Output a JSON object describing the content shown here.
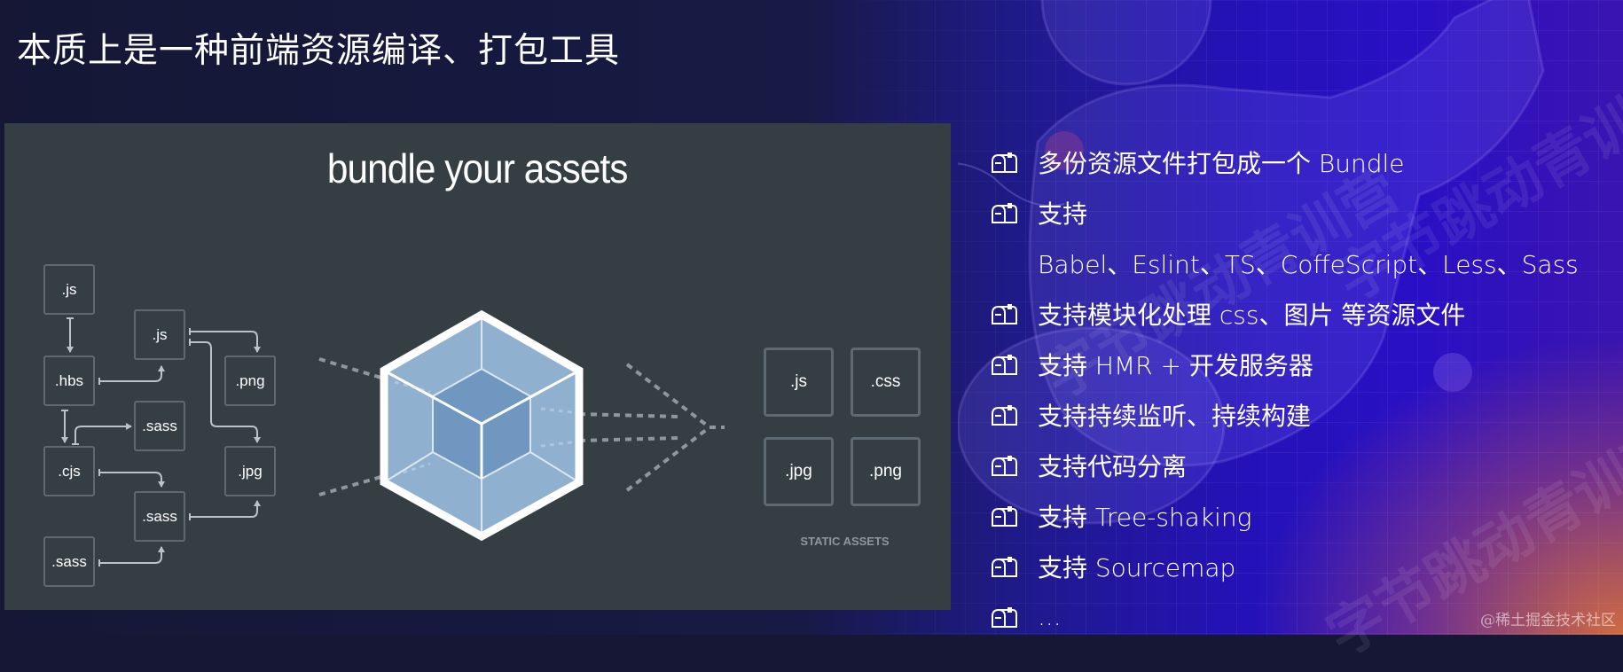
{
  "slide": {
    "title": "本质上是一种前端资源编译、打包工具",
    "watermark": "@稀土掘金技术社区",
    "background_watermark": "字节跳动青训营"
  },
  "diagram": {
    "title": "bundle your assets",
    "source_files": [
      {
        "label": ".js"
      },
      {
        "label": ".js"
      },
      {
        "label": ".hbs"
      },
      {
        "label": ".png"
      },
      {
        "label": ".sass"
      },
      {
        "label": ".cjs"
      },
      {
        "label": ".jpg"
      },
      {
        "label": ".sass"
      },
      {
        "label": ".sass"
      }
    ],
    "bundler_icon": "webpack-cube-icon",
    "static_assets": [
      {
        "label": ".js"
      },
      {
        "label": ".css"
      },
      {
        "label": ".jpg"
      },
      {
        "label": ".png"
      }
    ],
    "static_assets_label": "STATIC ASSETS"
  },
  "features": {
    "bullet_icon": "mailbox-icon",
    "items": [
      {
        "text": "多份资源文件打包成一个 Bundle"
      },
      {
        "text": "支持"
      },
      {
        "text": "Babel、Eslint、TS、CoffeScript、Less、Sass",
        "continuation": true
      },
      {
        "text": "支持模块化处理 css、图片 等资源文件"
      },
      {
        "text": "支持 HMR + 开发服务器"
      },
      {
        "text": "支持持续监听、持续构建"
      },
      {
        "text": "支持代码分离"
      },
      {
        "text": "支持 Tree-shaking"
      },
      {
        "text": "支持 Sourcemap"
      },
      {
        "text": "..."
      }
    ]
  },
  "colors": {
    "panel_bg": "#353e43",
    "box_border": "#5e6a71",
    "cube_outer": "#8fb0cf",
    "cube_inner": "#6f97c0",
    "bg_left": "#151735",
    "bg_right": "#2a10c4",
    "bg_corner": "#d6703c"
  }
}
